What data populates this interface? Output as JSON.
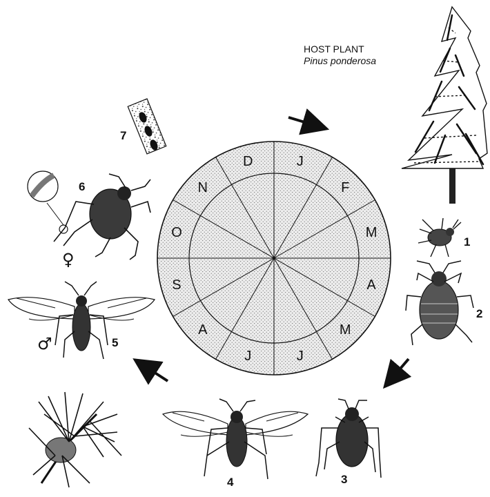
{
  "host_plant": {
    "heading": "HOST PLANT",
    "species": "Pinus ponderosa"
  },
  "months": [
    "J",
    "F",
    "M",
    "A",
    "M",
    "J",
    "J",
    "A",
    "S",
    "O",
    "N",
    "D"
  ],
  "stage_numbers": [
    "1",
    "2",
    "3",
    "4",
    "5",
    "6",
    "7"
  ],
  "sex_symbols": {
    "female": "♀",
    "male": "♂"
  },
  "icons": [
    "pine-tree-icon",
    "aphid-nymph-icon",
    "aphid-wingless-icon",
    "aphid-winged-icon",
    "pine-branch-icon",
    "egg-bark-icon",
    "cycle-arrow-icon"
  ],
  "colors": {
    "ink": "#111111",
    "dial_fill": "#e6e6e6",
    "paper": "#ffffff"
  }
}
